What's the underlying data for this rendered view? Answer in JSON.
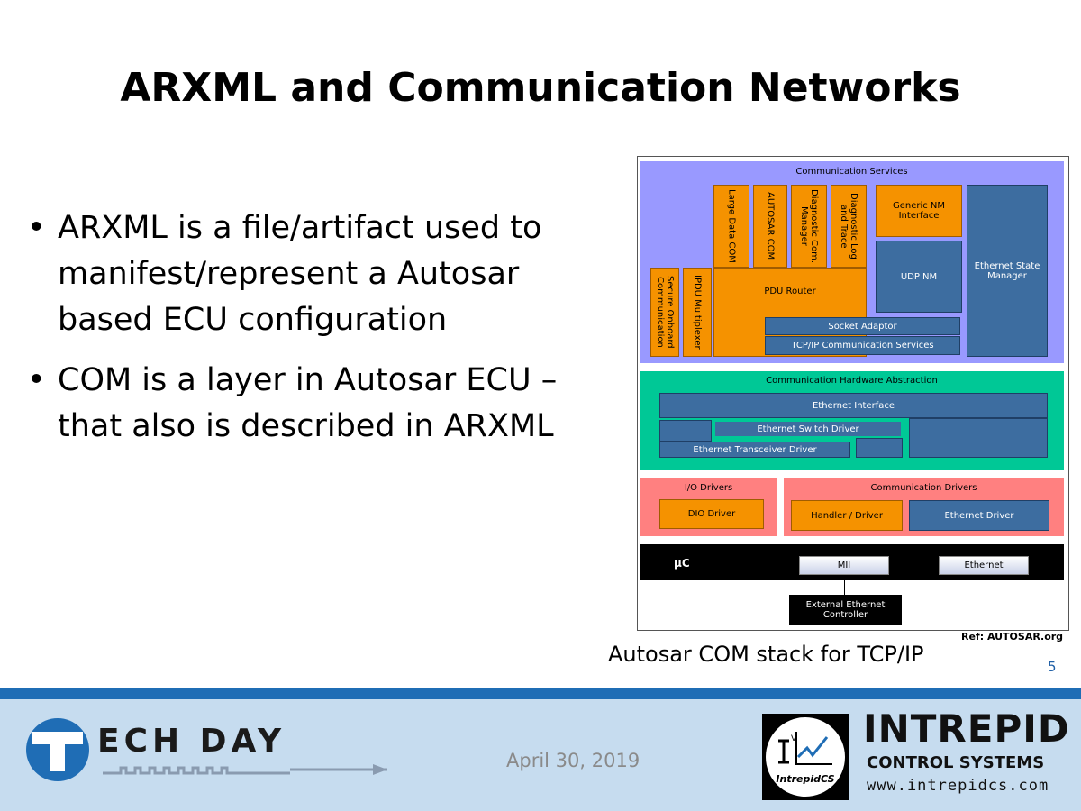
{
  "slide": {
    "title": "ARXML and Communication Networks",
    "bullets": [
      "ARXML is a file/artifact used to manifest/represent a Autosar based ECU configuration",
      "COM is a layer in Autosar ECU – that also is described in ARXML"
    ],
    "caption": "Autosar COM stack for TCP/IP",
    "ref": "Ref: AUTOSAR.org",
    "page_number": "5",
    "date": "April 30, 2019"
  },
  "diagram": {
    "communication_services": {
      "label": "Communication Services",
      "large_data_com": "Large Data COM",
      "autosar_com": "AUTOSAR COM",
      "diagnostic_com_manager": "Diagnostic Com. Manager",
      "diagnostic_log_trace": "Diagnostic Log and Trace",
      "generic_nm": "Generic NM Interface",
      "udp_nm": "UDP NM",
      "ethernet_state_manager": "Ethernet State Manager",
      "secure_onboard": "Secure Onboard Communication",
      "ipdu_multiplexer": "IPDU Multiplexer",
      "pdu_router": "PDU Router",
      "socket_adaptor": "Socket Adaptor",
      "tcpip_services": "TCP/IP Communication Services"
    },
    "hw_abstraction": {
      "label": "Communication Hardware Abstraction",
      "ethernet_interface": "Ethernet Interface",
      "ethernet_switch_driver": "Ethernet Switch Driver",
      "ethernet_transceiver_driver": "Ethernet Transceiver Driver"
    },
    "io_drivers": {
      "label": "I/O Drivers",
      "dio_driver": "DIO Driver"
    },
    "comm_drivers": {
      "label": "Communication Drivers",
      "handler_driver": "Handler / Driver",
      "ethernet_driver": "Ethernet Driver"
    },
    "microcontroller": {
      "label": "µC",
      "mii": "MII",
      "ethernet": "Ethernet"
    },
    "external_controller": "External Ethernet Controller"
  },
  "logos": {
    "techday": "ECH DAY",
    "intrepid_title": "INTREPID",
    "intrepid_sub": "CONTROL SYSTEMS",
    "intrepid_url": "www.intrepidcs.com",
    "intrepid_badge": "IntrepidCS"
  },
  "colors": {
    "services_bg": "#9999ff",
    "hw_abstraction_bg": "#00c896",
    "drivers_bg": "#ff8080",
    "orange_module": "#f59200",
    "blue_module": "#3d6da0",
    "footer_bar": "#1f6db5",
    "footer_bg": "#c6dcef"
  }
}
